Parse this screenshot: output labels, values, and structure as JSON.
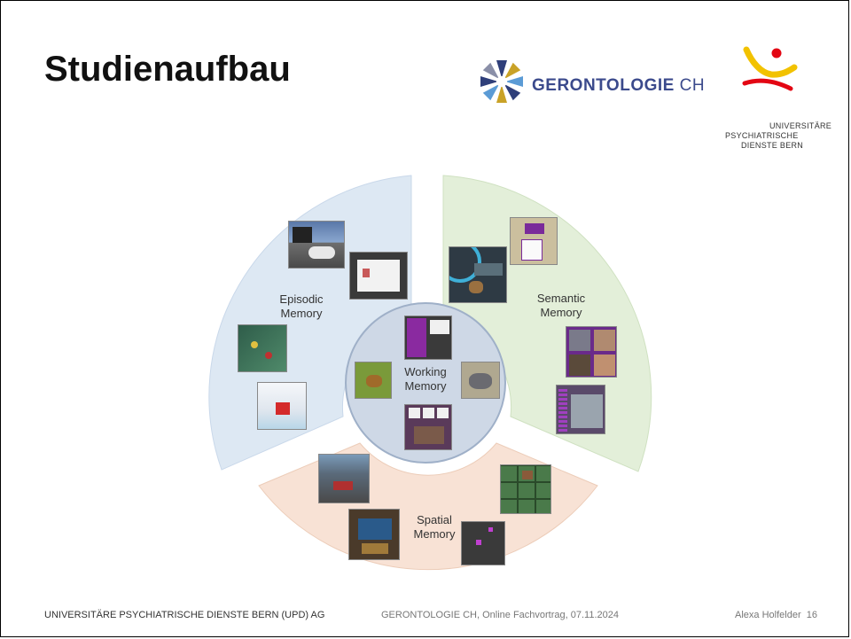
{
  "slide": {
    "title": "Studienaufbau"
  },
  "logos": {
    "gerontologie_main": "GERONTOLOGIE",
    "gerontologie_suffix": "CH",
    "upd_line1": "UNIVERSITÄRE",
    "upd_line2": "PSYCHIATRISCHE",
    "upd_line3": "DIENSTE BERN",
    "gerontologie_icon": "flower-star-icon",
    "upd_icon": "stick-figure-icon"
  },
  "diagram": {
    "segments": [
      {
        "line1": "Episodic",
        "line2": "Memory",
        "color": "#dde8f3"
      },
      {
        "line1": "Semantic",
        "line2": "Memory",
        "color": "#e3efd9"
      },
      {
        "line1": "Spatial",
        "line2": "Memory",
        "color": "#f8e2d5"
      }
    ],
    "center": {
      "line1": "Working",
      "line2": "Memory",
      "color": "#ced8e6"
    }
  },
  "footer": {
    "left": "UNIVERSITÄRE PSYCHIATRISCHE DIENSTE BERN (UPD) AG",
    "middle": "GERONTOLOGIE CH, Online Fachvortrag, 07.11.2024",
    "author": "Alexa Holfelder",
    "page": "16"
  },
  "colors": {
    "gerontologie_blue": "#3b4a8c",
    "upd_yellow": "#f2c200",
    "upd_red": "#e30613"
  }
}
